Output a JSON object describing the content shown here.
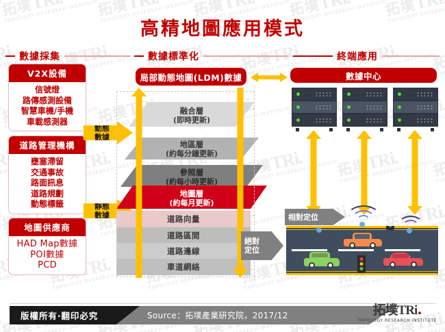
{
  "title": "高精地圖應用模式",
  "sections": [
    {
      "id": "collection",
      "label": "數據採集"
    },
    {
      "id": "standardization",
      "label": "數據標準化"
    },
    {
      "id": "application",
      "label": "終端應用"
    }
  ],
  "collection": {
    "boxes": [
      {
        "header": "V2X設備",
        "items": [
          "信號燈",
          "路傳感測設備",
          "智慧車機/手機",
          "車載感測器"
        ],
        "latin": false
      },
      {
        "header": "道路管理機構",
        "items": [
          "壅塞滯留",
          "交通事故",
          "路面訊息",
          "道路規劃",
          "動態標籤"
        ],
        "latin": false
      },
      {
        "header": "地圖供應商",
        "items": [
          "HAD Map數據",
          "POI數據",
          "PCD"
        ],
        "latin": true
      }
    ],
    "flow_arrows": [
      {
        "id": "dynamic",
        "line1": "動態",
        "line2": "數據"
      },
      {
        "id": "static",
        "line1": "靜態",
        "line2": "數據"
      }
    ]
  },
  "standardization": {
    "ldm_title": "局部動態地圖(LDM)數據",
    "layers": [
      {
        "name": "融合層",
        "update": "(即時更新)",
        "color": "#d9d9d9",
        "text": "#3a3a3a"
      },
      {
        "name": "地區層",
        "update": "(約每分鐘更新)",
        "color": "#b2b2b2",
        "text": "#3a3a3a"
      },
      {
        "name": "參照層",
        "update": "(約每小時更新)",
        "color": "#7f7f7f",
        "text": "#2b2b2b"
      },
      {
        "name": "地圖層",
        "update": "(約每月更新)",
        "color": "#d10019",
        "text": "#ffffff"
      }
    ],
    "bands": [
      {
        "name": "道路向量",
        "color": "#e9c9c9"
      },
      {
        "name": "道路區間",
        "color": "#bdbdbd"
      },
      {
        "name": "道路邊線",
        "color": "#cccccc"
      },
      {
        "name": "車道網絡",
        "color": "#bfbfbf"
      }
    ],
    "absolute_tag": {
      "line1": "絕對",
      "line2": "定位"
    }
  },
  "application": {
    "data_center_title": "數據中心",
    "relative_tag": "相對定位",
    "server_racks": 3,
    "units_per_rack": 3
  },
  "footer": {
    "copyright": "版權所有‧翻印必究",
    "source": "Source：拓墣產業研究院，2017/12",
    "logo_cn": "拓墣",
    "logo_en": "TRi",
    "logo_sub": "TOPOLOGY RESEARCH INSTITUTE"
  },
  "watermark": {
    "cn": "拓墣",
    "en": "TRi",
    "sub": "TOPOLOGY RESEARCH INSTITUTE"
  },
  "colors": {
    "brand_red": "#c00000",
    "accent_yellow": "#ffc000",
    "gray": "#808080",
    "map_layer_red": "#d10019"
  }
}
